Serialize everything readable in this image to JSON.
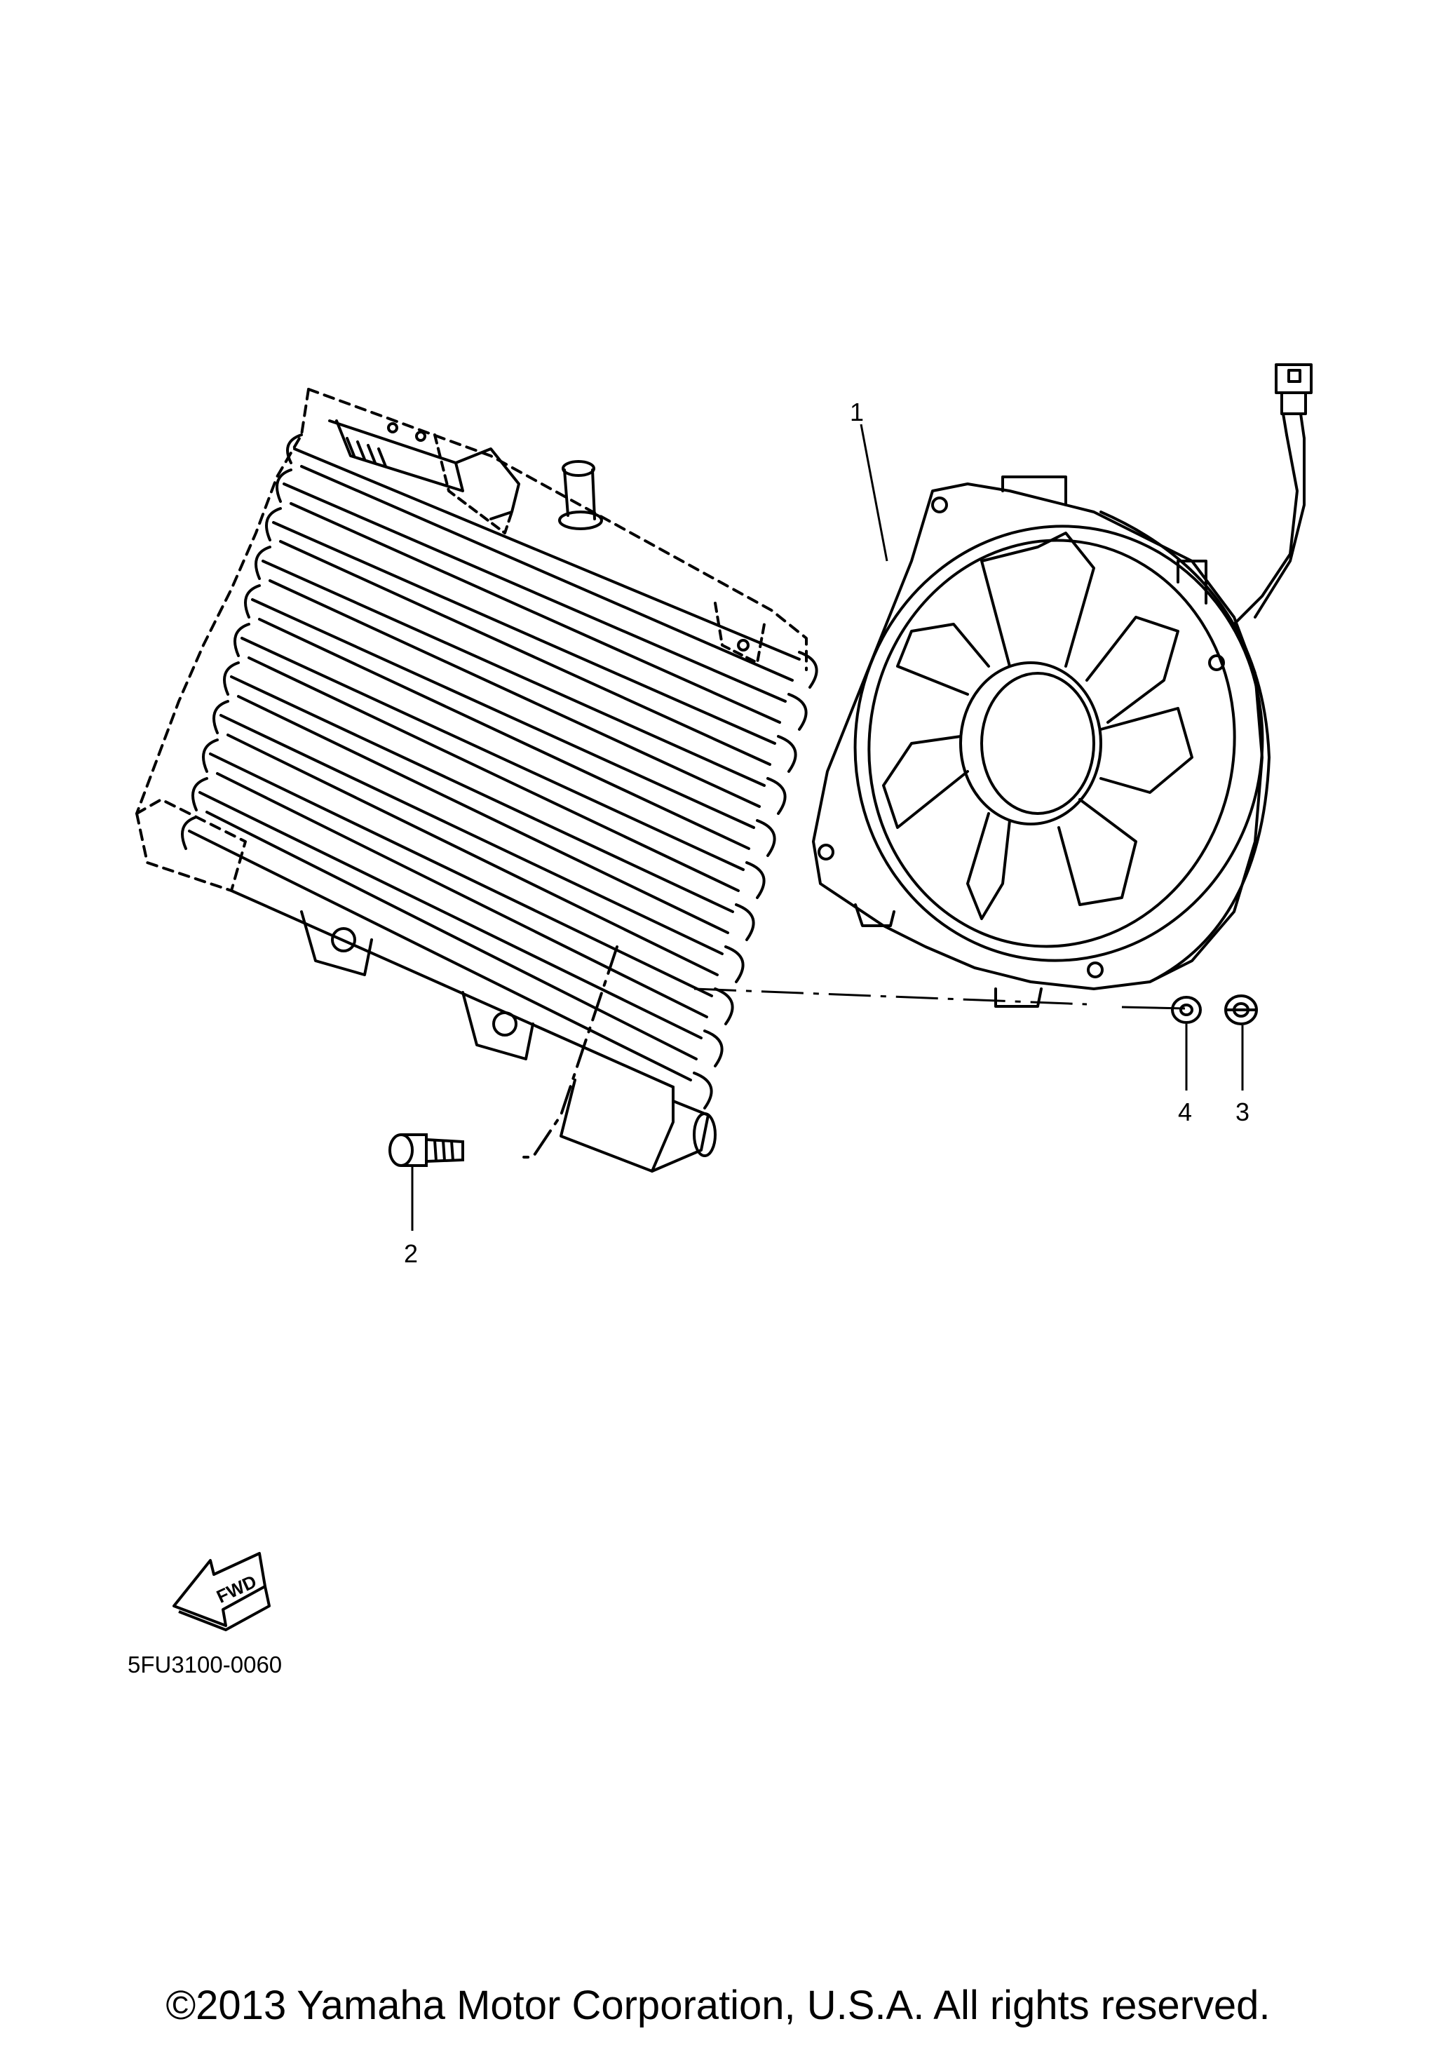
{
  "callouts": {
    "fan_assembly": "1",
    "bolt": "2",
    "nut": "3",
    "washer": "4"
  },
  "direction_label": "FWD",
  "diagram_code": "5FU3100-0060",
  "copyright": "©2013 Yamaha Motor Corporation, U.S.A. All rights reserved.",
  "icons": {
    "direction": "fwd-arrow-icon"
  }
}
